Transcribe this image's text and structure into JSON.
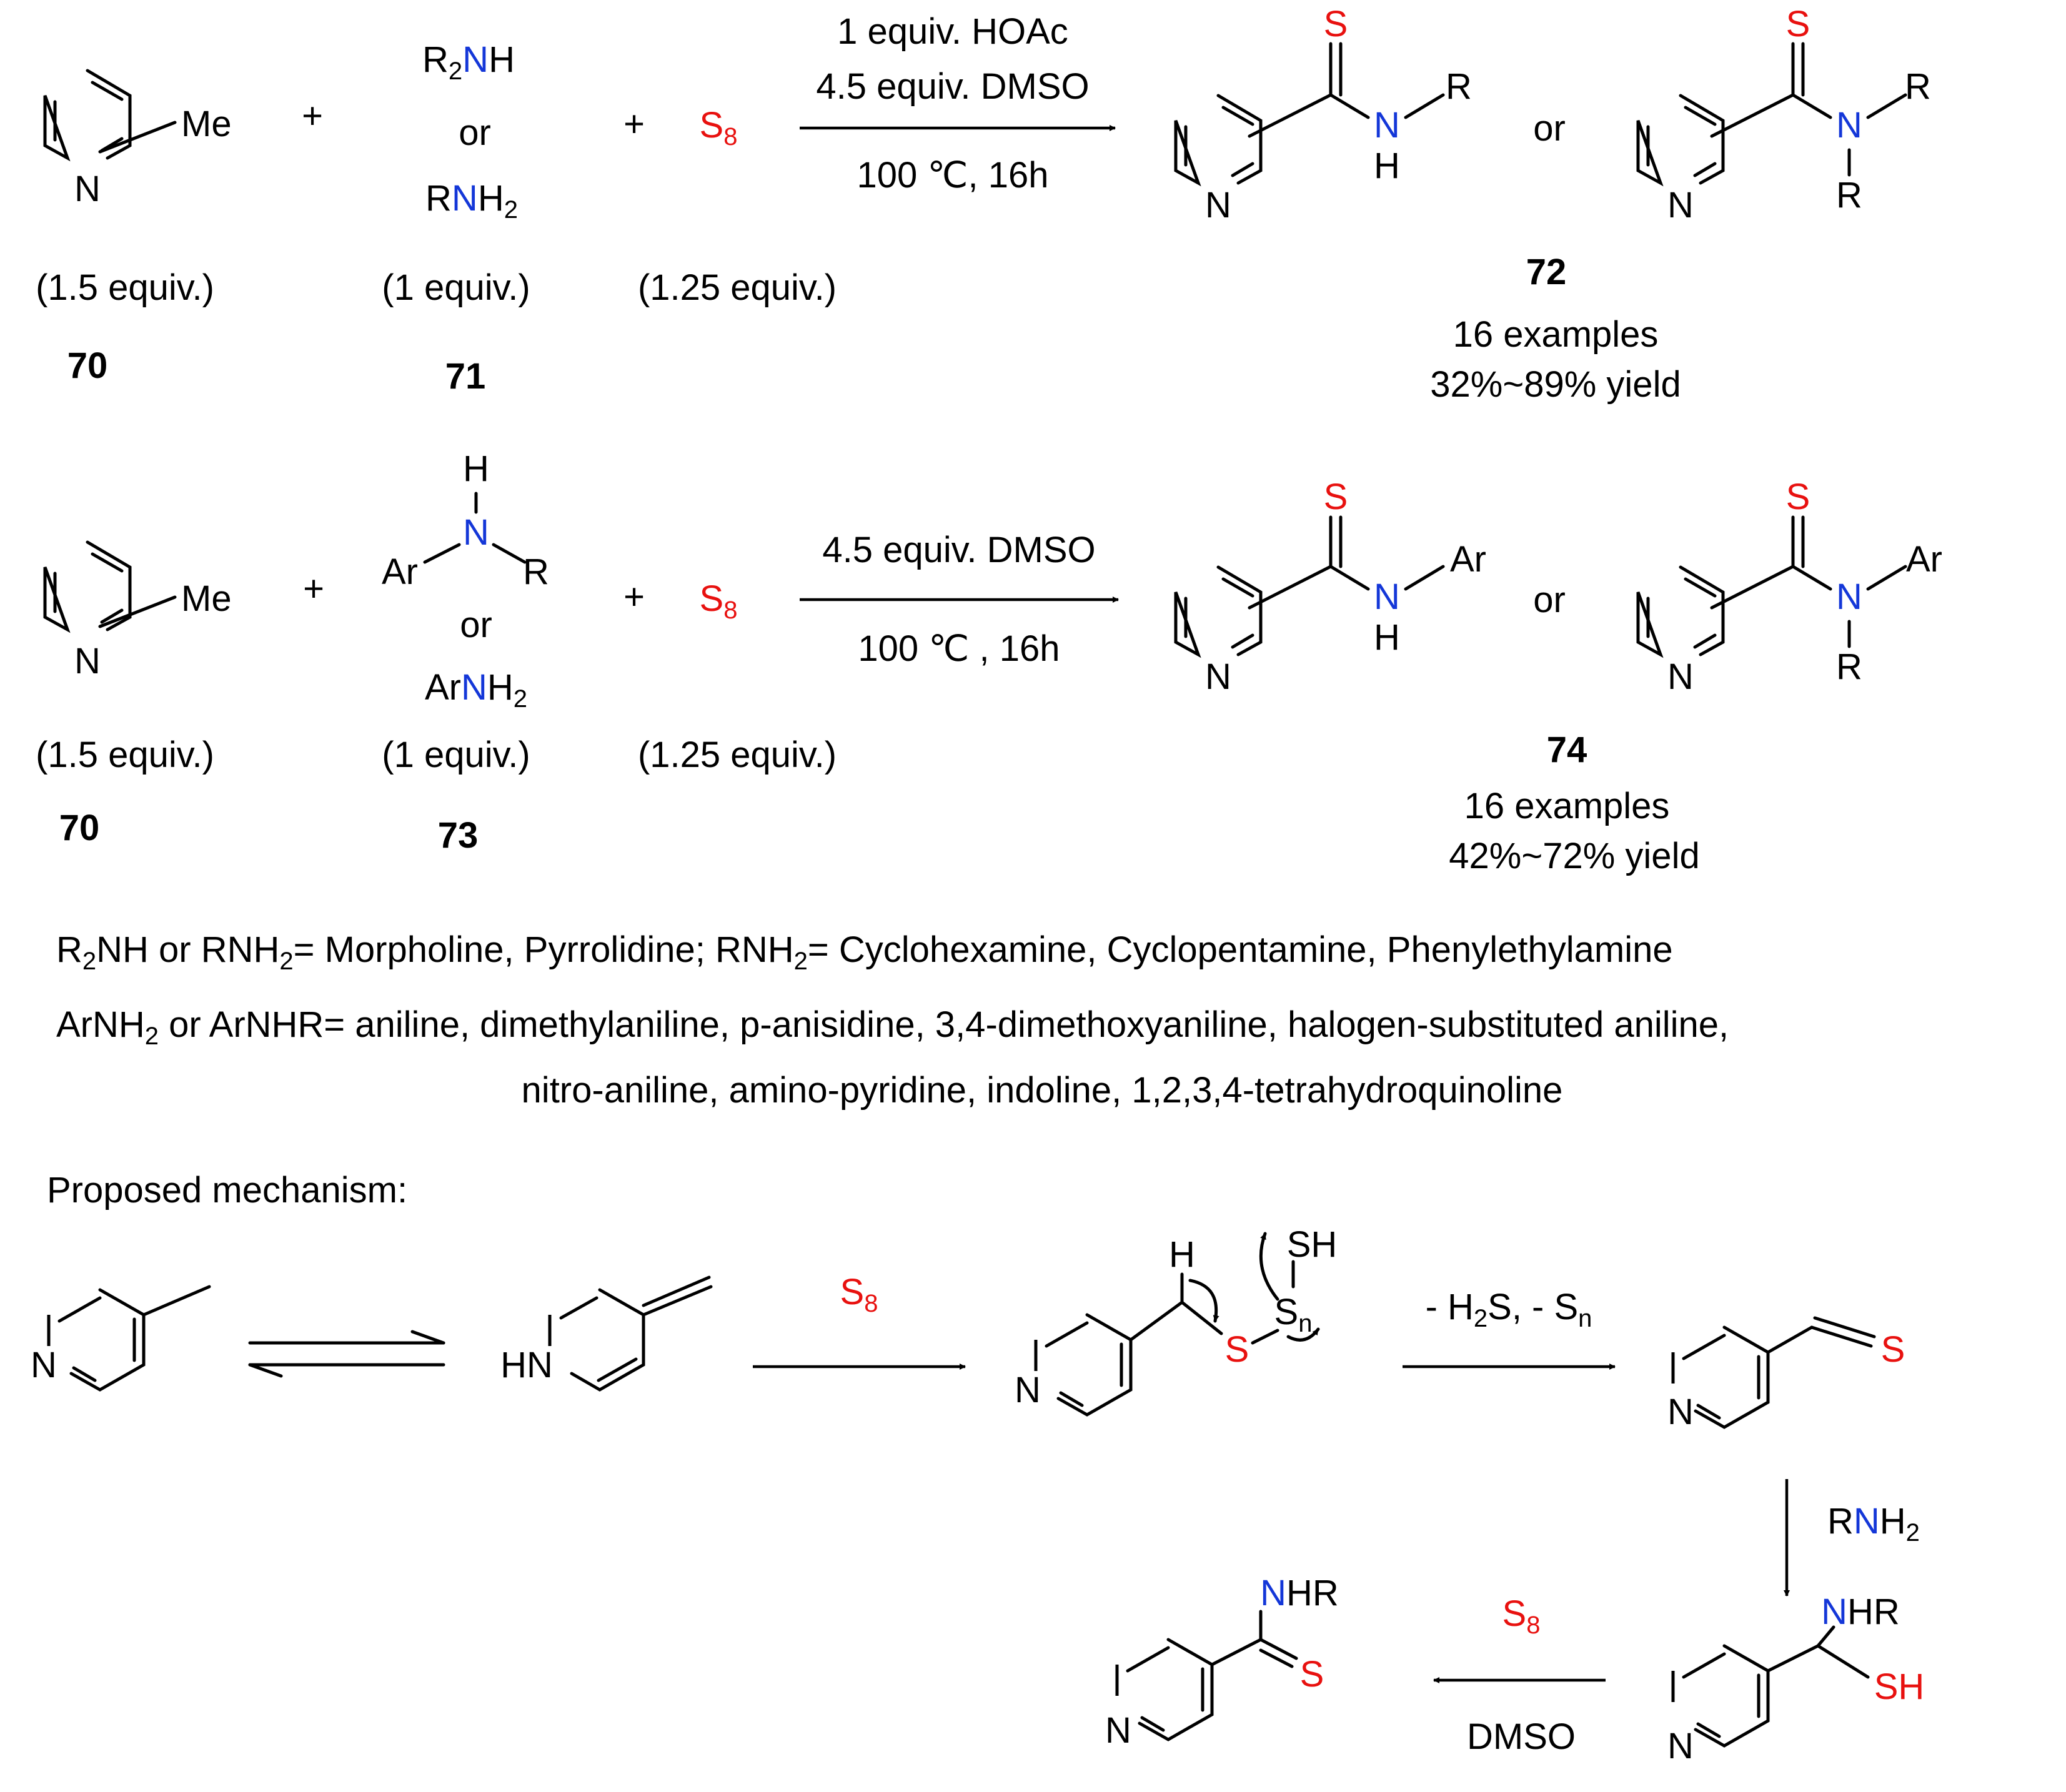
{
  "colors": {
    "sulfur": "#e8110f",
    "nitrogen": "#1437d8",
    "text": "#000000",
    "background": "#ffffff"
  },
  "atoms": {
    "N": "N",
    "S": "S",
    "H": "H",
    "R": "R",
    "Ar": "Ar",
    "Me": "Me",
    "HN": "HN",
    "NHR_N": "N",
    "NHR_tail": "HR",
    "NHR": "NHR",
    "SH": "SH",
    "S_sub": "n",
    "R2NH_R": "R",
    "R2NH_2": "2",
    "R2NH_H": "H",
    "RNH2_R": "R",
    "RNH2_H": "H",
    "RNH2_2": "2",
    "ArNH2_Ar": "Ar",
    "ArNH2_H": "H",
    "ArNH2_2": "2",
    "S8_S": "S",
    "S8_8": "8",
    "plus": "+",
    "or": "or"
  },
  "scheme1": {
    "reagent_conditions": [
      "1 equiv. HOAc",
      "4.5 equiv. DMSO"
    ],
    "temp_conditions": "100 ℃, 16h",
    "equiv": [
      "(1.5 equiv.)",
      "(1 equiv.)",
      "(1.25 equiv.)"
    ],
    "compounds": [
      "70",
      "71",
      "72"
    ],
    "examples": "16 examples",
    "yield": "32%~89% yield"
  },
  "scheme2": {
    "reagent_conditions": [
      "4.5 equiv. DMSO"
    ],
    "temp_conditions": "100 ℃ , 16h",
    "equiv": [
      "(1.5 equiv.)",
      "(1 equiv.)",
      "(1.25 equiv.)"
    ],
    "compounds": [
      "70",
      "73",
      "74"
    ],
    "examples": "16 examples",
    "yield": "42%~72% yield"
  },
  "notes": {
    "line1": {
      "p1": "R",
      "s1": "2",
      "p2": "NH or RNH",
      "s2": "2",
      "p3": "= Morpholine, Pyrrolidine; RNH",
      "s3": "2",
      "p4": "= Cyclohexamine, Cyclopentamine, Phenylethylamine"
    },
    "line2": {
      "p1": "ArNH",
      "s1": "2",
      "p2": " or ArNHR= aniline, dimethylaniline, p-anisidine, 3,4-dimethoxyaniline, halogen-substituted aniline,"
    },
    "line3": "nitro-aniline, amino-pyridine, indoline, 1,2,3,4-tetrahydroquinoline"
  },
  "mechanism": {
    "title": "Proposed mechanism:",
    "step2_reagent": {
      "S": "S",
      "sub": "8"
    },
    "step3_byproducts": {
      "p1": "- H",
      "s1": "2",
      "p2": "S, - S",
      "s2": "n"
    },
    "step4_reagent": {
      "p1": "R",
      "N": "N",
      "p2": "H",
      "sub": "2"
    },
    "step5_reagent": {
      "S": "S",
      "sub": "8"
    },
    "step5_solvent": "DMSO"
  }
}
